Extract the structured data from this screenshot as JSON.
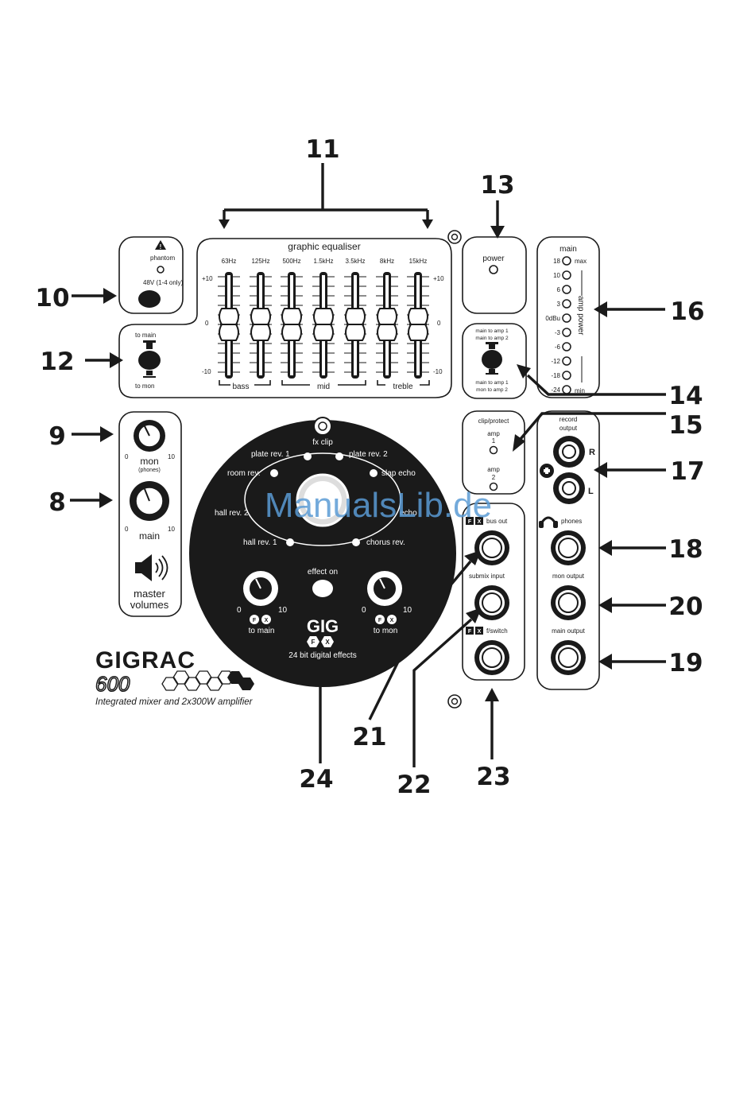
{
  "callouts": {
    "c8": "8",
    "c9": "9",
    "c10": "10",
    "c11": "11",
    "c12": "12",
    "c13": "13",
    "c14": "14",
    "c15": "15",
    "c16": "16",
    "c17": "17",
    "c18": "18",
    "c19": "19",
    "c20": "20",
    "c21": "21",
    "c22": "22",
    "c23": "23",
    "c24": "24"
  },
  "phantom": {
    "title": "phantom",
    "switch_label": "48V (1-4 only)"
  },
  "routing": {
    "top": "to main",
    "bottom": "to mon"
  },
  "eq": {
    "title": "graphic equaliser",
    "bands": [
      "63Hz",
      "125Hz",
      "500Hz",
      "1.5kHz",
      "3.5kHz",
      "8kHz",
      "15kHz"
    ],
    "scale_top": "+10",
    "scale_mid": "0",
    "scale_bottom": "-10",
    "groups": {
      "bass": "bass",
      "mid": "mid",
      "treble": "treble"
    }
  },
  "power": {
    "label": "power"
  },
  "meter": {
    "title": "main",
    "levels": [
      "18",
      "10",
      "6",
      "3",
      "0dBu",
      "-3",
      "-6",
      "-12",
      "-18",
      "-24"
    ],
    "max": "max",
    "min": "min",
    "side": "amp power"
  },
  "amp_routing": {
    "top1": "main to amp 1",
    "top2": "main to amp 2",
    "bot1": "main to amp 1",
    "bot2": "mon to amp 2"
  },
  "volumes": {
    "mon": "mon",
    "phones": "(phones)",
    "main": "main",
    "scale_min": "0",
    "scale_max": "10",
    "title1": "master",
    "title2": "volumes"
  },
  "effects": {
    "fx_clip": "fx clip",
    "presets": [
      "plate rev. 1",
      "plate rev. 2",
      "room rev.",
      "slap echo",
      "hall rev. 2",
      "echo",
      "hall rev. 1",
      "chorus rev."
    ],
    "effect_on": "effect on",
    "to_main": "to main",
    "to_mon": "to mon",
    "scale_min": "0",
    "scale_max": "10",
    "digital": "24 bit digital effects",
    "logo": "GIG",
    "fx_glyph": "FX"
  },
  "clip": {
    "title": "clip/protect",
    "amp1": "amp",
    "amp1_num": "1",
    "amp2": "amp",
    "amp2_num": "2"
  },
  "fx_sockets": {
    "bus_out": "bus out",
    "submix": "submix input",
    "fswitch": "f/switch"
  },
  "outputs": {
    "record": "record",
    "output": "output",
    "right": "R",
    "left": "L",
    "phones": "phones",
    "mon_output": "mon output",
    "main_output": "main output"
  },
  "brand": {
    "name": "GIGRAC",
    "model": "600",
    "tagline": "Integrated mixer and 2x300W amplifier"
  },
  "watermark": "ManualsLib.de"
}
